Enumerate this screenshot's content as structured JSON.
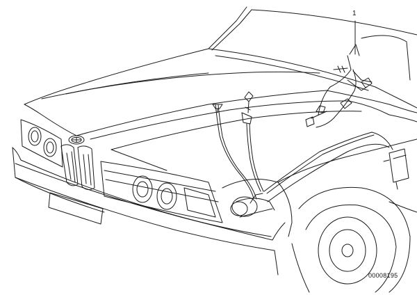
{
  "diagram": {
    "callouts": [
      {
        "id": "1",
        "label": "1"
      }
    ],
    "drawing_number": "00008195"
  }
}
